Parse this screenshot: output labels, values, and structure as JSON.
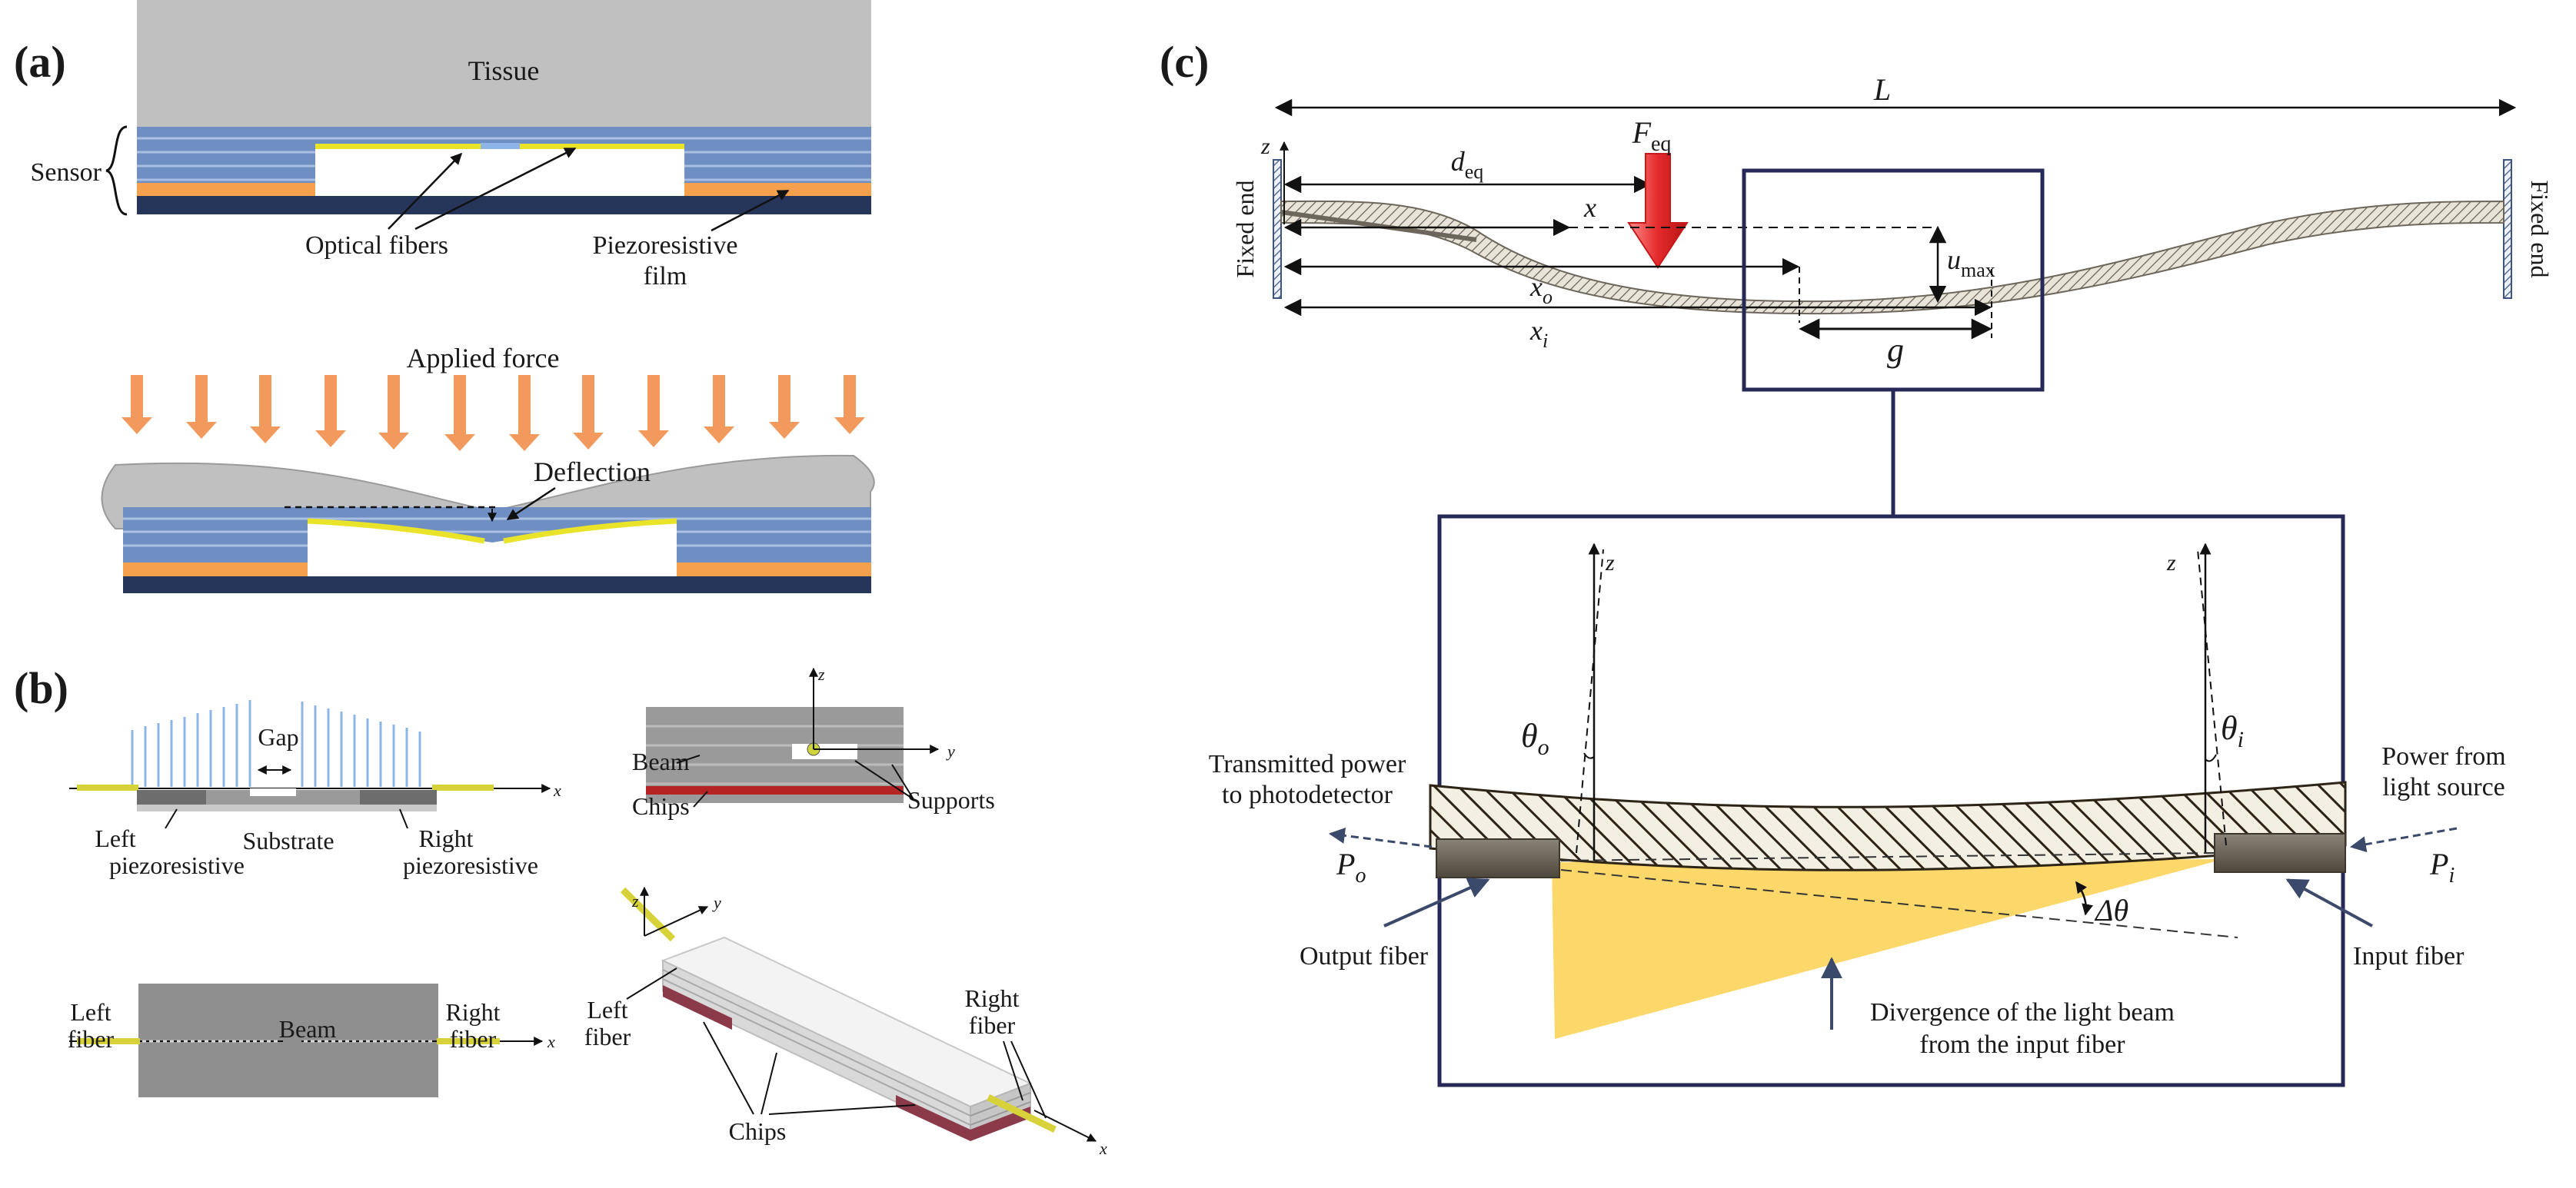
{
  "panel_a": {
    "label": "(a)",
    "tissue": "Tissue",
    "sensor": "Sensor",
    "optical_fibers": "Optical  fibers",
    "piezo_film_1": "Piezoresistive",
    "piezo_film_2": "film",
    "applied_force": "Applied force",
    "deflection": "Deflection"
  },
  "panel_b": {
    "label": "(b)",
    "gap": "Gap",
    "axis_x": "x",
    "axis_y": "y",
    "axis_z": "z",
    "left_piezo_1": "Left",
    "left_piezo_2": "piezoresistive",
    "substrate": "Substrate",
    "right_piezo_1": "Right",
    "right_piezo_2": "piezoresistive",
    "beam": "Beam",
    "chips": "Chips",
    "supports": "Supports",
    "left_fiber_1": "Left",
    "left_fiber_2": "fiber",
    "right_fiber_1": "Right",
    "right_fiber_2": "fiber"
  },
  "panel_c": {
    "label": "(c)",
    "L": "L",
    "z": "z",
    "fixed_end": "Fixed end",
    "d_eq": "d",
    "d_eq_sub": "eq",
    "F_eq": "F",
    "F_eq_sub": "eq",
    "x": "x",
    "x_o": "x",
    "x_o_sub": "o",
    "x_i": "x",
    "x_i_sub": "i",
    "u_max": "u",
    "u_max_sub": "max",
    "g": "g",
    "theta_o": "θ",
    "theta_o_sub": "o",
    "theta_i": "θ",
    "theta_i_sub": "i",
    "transmitted_1": "Transmitted power",
    "transmitted_2": "to photodetector",
    "power_from_1": "Power from",
    "power_from_2": "light source",
    "P_o": "P",
    "P_o_sub": "o",
    "P_i": "P",
    "P_i_sub": "i",
    "delta_theta": "Δθ",
    "output_fiber": "Output fiber",
    "input_fiber": "Input fiber",
    "divergence_1": "Divergence of the light beam",
    "divergence_2": "from the input fiber"
  },
  "colors": {
    "tissue": "#c0c0c0",
    "layer_blue": "#6f8fc2",
    "layer_line": "#a9bfe3",
    "orange": "#f4a04c",
    "navy": "#26365a",
    "yellow": "#e9e32a",
    "arrow_orange": "#f29a5e",
    "gap_blue": "#8fb4e6",
    "chip_red": "#b52424",
    "beam_gray": "#8c8c8c",
    "frame": "#262858",
    "light_cone": "#fcd86a",
    "force_red": "#e42a2a"
  }
}
